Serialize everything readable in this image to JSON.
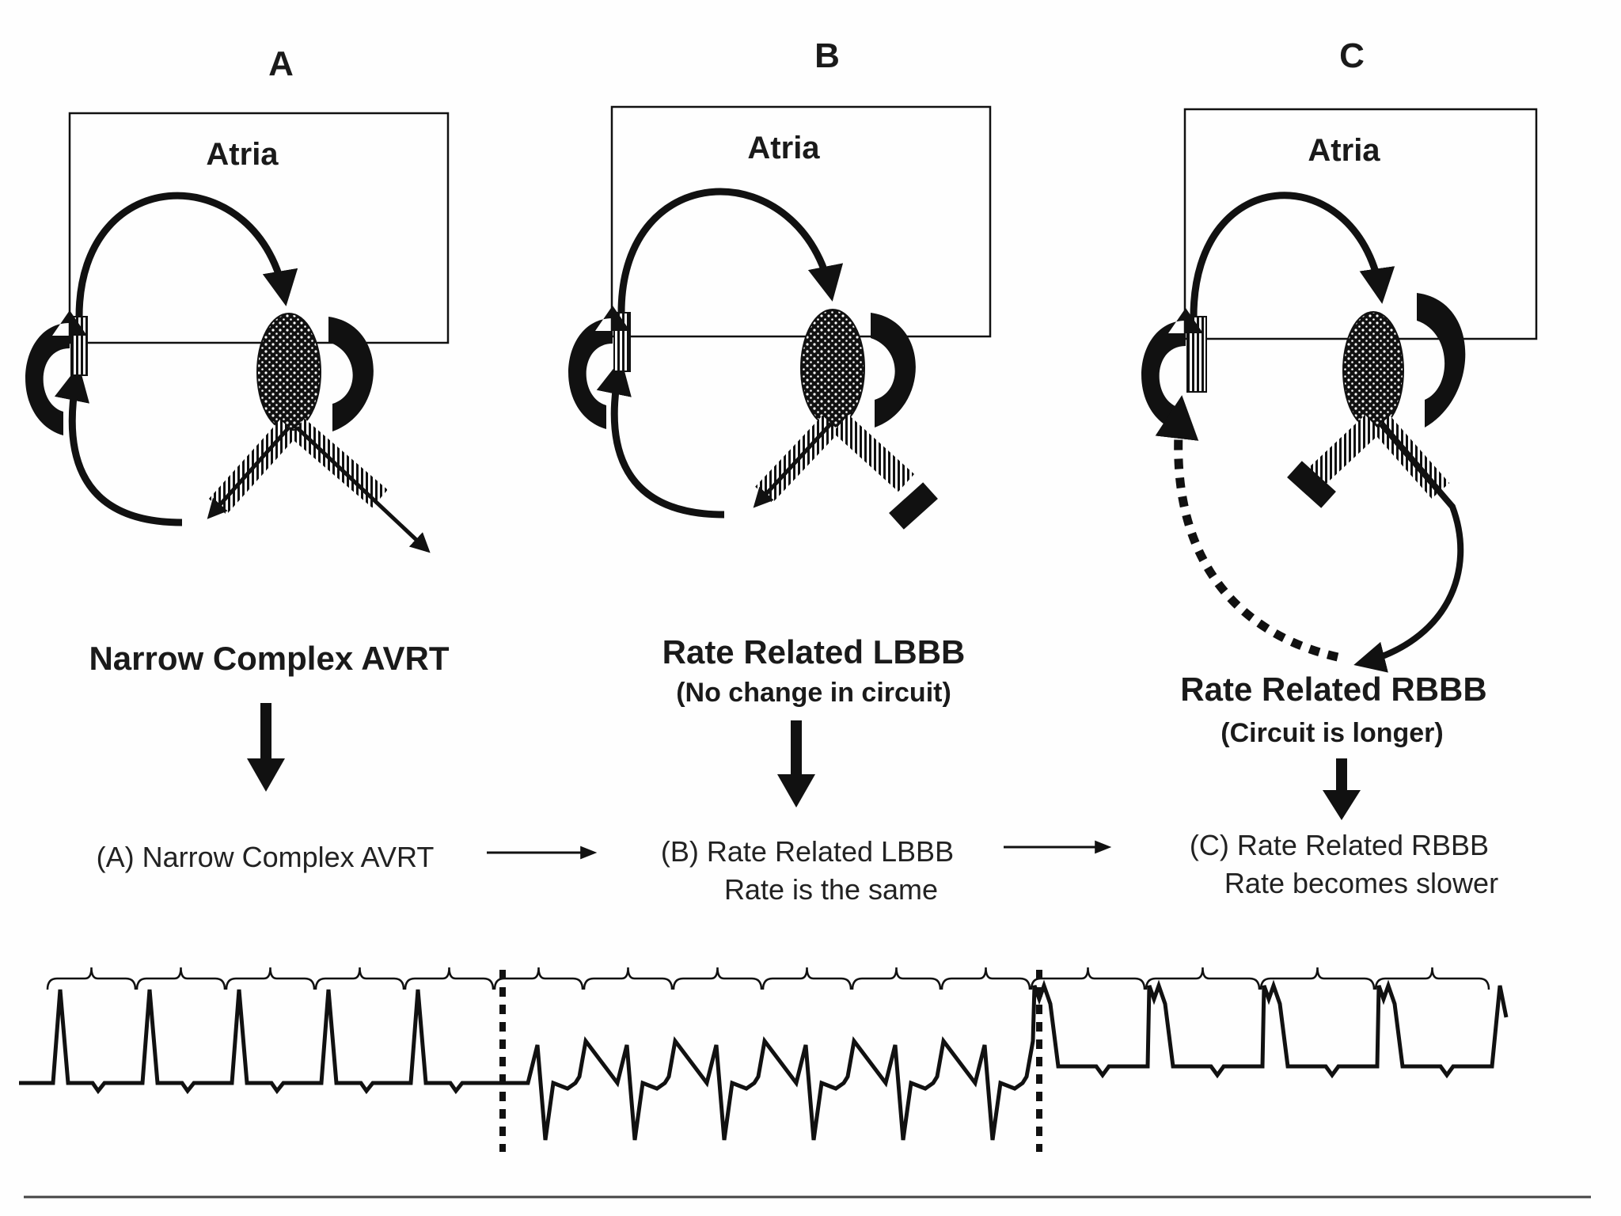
{
  "panels": [
    {
      "letter": "A",
      "atria_label": "Atria",
      "title": "Narrow Complex AVRT",
      "subtitle": "",
      "caption_line1": "(A) Narrow Complex AVRT",
      "caption_line2": ""
    },
    {
      "letter": "B",
      "atria_label": "Atria",
      "title": "Rate Related LBBB",
      "subtitle": "(No change in circuit)",
      "caption_line1": "(B) Rate Related LBBB",
      "caption_line2": "Rate is the same"
    },
    {
      "letter": "C",
      "atria_label": "Atria",
      "title": "Rate Related RBBB",
      "subtitle": "(Circuit is longer)",
      "caption_line1": "(C) Rate Related RBBB",
      "caption_line2": "Rate becomes slower"
    }
  ],
  "ecg": {
    "segments": [
      {
        "pattern": "narrow",
        "beats": 5
      },
      {
        "pattern": "lbbb",
        "beats": 6
      },
      {
        "pattern": "rbbb",
        "beats": 4
      }
    ]
  },
  "colors": {
    "ink": "#111111",
    "background": "#fefefe"
  }
}
